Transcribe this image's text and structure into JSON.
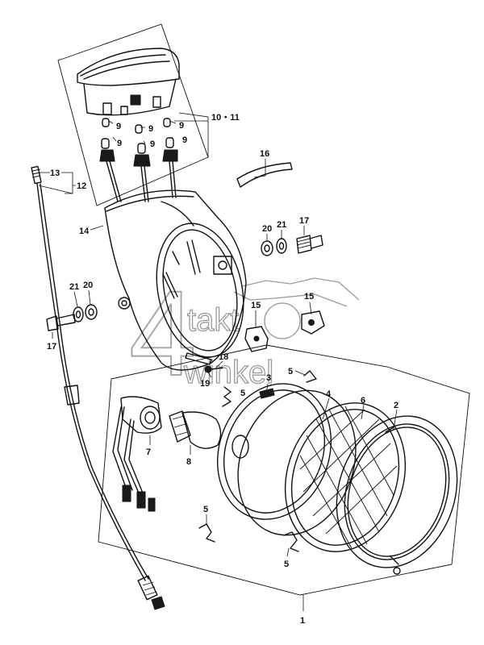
{
  "callouts": [
    {
      "id": "c-10-11",
      "text": "10・11"
    },
    {
      "id": "c-9a",
      "text": "9"
    },
    {
      "id": "c-9b",
      "text": "9"
    },
    {
      "id": "c-9c",
      "text": "9"
    },
    {
      "id": "c-9d",
      "text": "9"
    },
    {
      "id": "c-9e",
      "text": "9"
    },
    {
      "id": "c-9f",
      "text": "9"
    },
    {
      "id": "c-16",
      "text": "16"
    },
    {
      "id": "c-13",
      "text": "13"
    },
    {
      "id": "c-12",
      "text": "12"
    },
    {
      "id": "c-14",
      "text": "14"
    },
    {
      "id": "c-20a",
      "text": "20"
    },
    {
      "id": "c-21a",
      "text": "21"
    },
    {
      "id": "c-17a",
      "text": "17"
    },
    {
      "id": "c-21b",
      "text": "21"
    },
    {
      "id": "c-20b",
      "text": "20"
    },
    {
      "id": "c-17b",
      "text": "17"
    },
    {
      "id": "c-15a",
      "text": "15"
    },
    {
      "id": "c-15b",
      "text": "15"
    },
    {
      "id": "c-18",
      "text": "18"
    },
    {
      "id": "c-19",
      "text": "19"
    },
    {
      "id": "c-5a",
      "text": "5"
    },
    {
      "id": "c-5b",
      "text": "5"
    },
    {
      "id": "c-3",
      "text": "3"
    },
    {
      "id": "c-4",
      "text": "4"
    },
    {
      "id": "c-6",
      "text": "6"
    },
    {
      "id": "c-2",
      "text": "2"
    },
    {
      "id": "c-7",
      "text": "7"
    },
    {
      "id": "c-8",
      "text": "8"
    },
    {
      "id": "c-5c",
      "text": "5"
    },
    {
      "id": "c-5d",
      "text": "5"
    },
    {
      "id": "c-1",
      "text": "1"
    }
  ],
  "watermark": {
    "digit": "4",
    "line1": "takt",
    "line2": "winkel"
  }
}
